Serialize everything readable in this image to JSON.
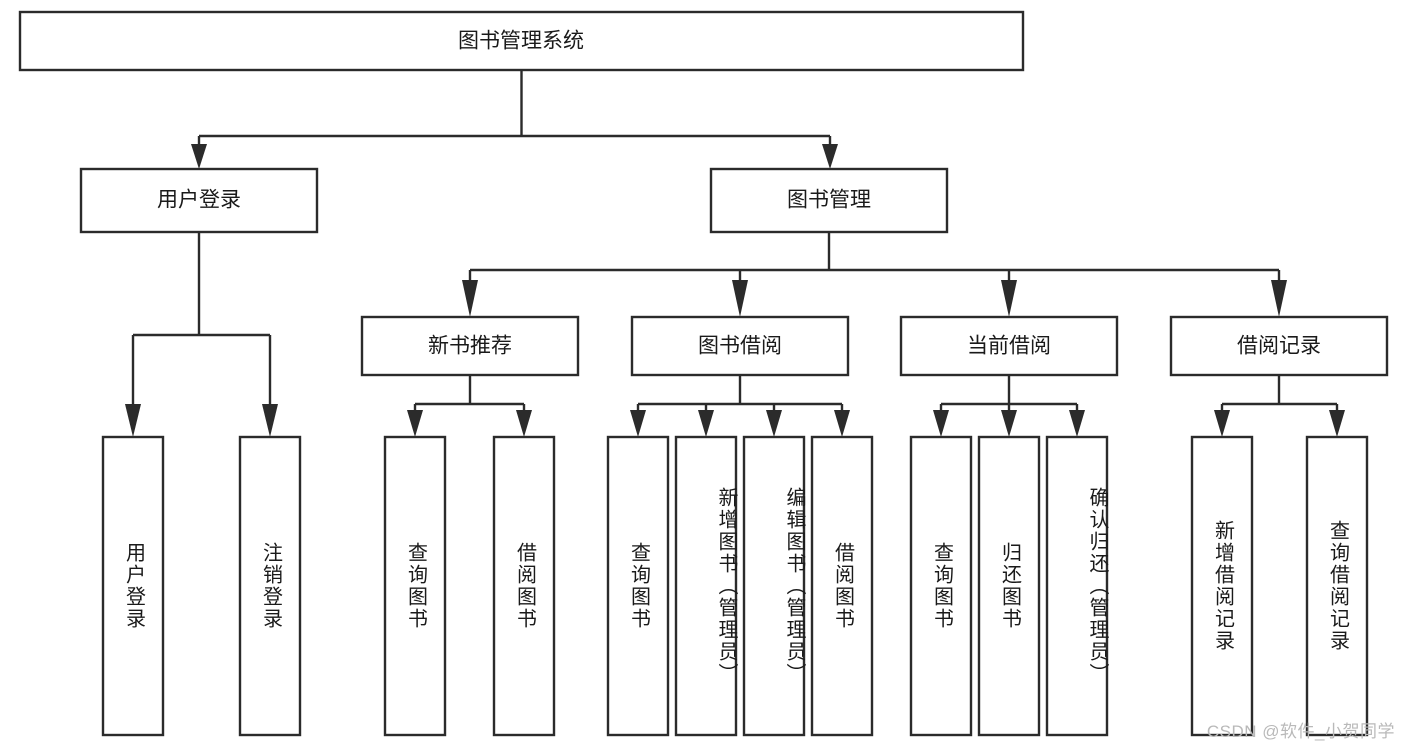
{
  "diagram": {
    "title": "图书管理系统",
    "type": "tree-hierarchy",
    "orientation": "top-down",
    "style": {
      "box_fill": "#ffffff",
      "box_stroke": "#2b2b2b",
      "text_color": "#1a1a1a",
      "watermark_color": "#b9b9b9",
      "background": "#ffffff"
    },
    "root": {
      "id": "root",
      "label": "图书管理系统"
    },
    "level2": [
      {
        "id": "user-login",
        "label": "用户登录"
      },
      {
        "id": "book-manage",
        "label": "图书管理"
      }
    ],
    "level3": [
      {
        "id": "new-book-recommend",
        "label": "新书推荐",
        "parent": "book-manage"
      },
      {
        "id": "book-borrow",
        "label": "图书借阅",
        "parent": "book-manage"
      },
      {
        "id": "current-borrow",
        "label": "当前借阅",
        "parent": "book-manage"
      },
      {
        "id": "borrow-record",
        "label": "借阅记录",
        "parent": "book-manage"
      }
    ],
    "leaves": {
      "user-login": [
        {
          "id": "leaf-user-login",
          "label": "用户登录"
        },
        {
          "id": "leaf-logout",
          "label": "注销登录"
        }
      ],
      "new-book-recommend": [
        {
          "id": "leaf-query-book-1",
          "label": "查询图书"
        },
        {
          "id": "leaf-borrow-book-1",
          "label": "借阅图书"
        }
      ],
      "book-borrow": [
        {
          "id": "leaf-query-book-2",
          "label": "查询图书"
        },
        {
          "id": "leaf-add-book",
          "label": "新增图书（管理员）"
        },
        {
          "id": "leaf-edit-book",
          "label": "编辑图书（管理员）"
        },
        {
          "id": "leaf-borrow-book-2",
          "label": "借阅图书"
        }
      ],
      "current-borrow": [
        {
          "id": "leaf-query-book-3",
          "label": "查询图书"
        },
        {
          "id": "leaf-return-book",
          "label": "归还图书"
        },
        {
          "id": "leaf-confirm-return",
          "label": "确认归还（管理员）"
        }
      ],
      "borrow-record": [
        {
          "id": "leaf-add-record",
          "label": "新增借阅记录"
        },
        {
          "id": "leaf-query-record",
          "label": "查询借阅记录"
        }
      ]
    }
  },
  "watermark": {
    "text": "CSDN @软件_小贺同学"
  }
}
